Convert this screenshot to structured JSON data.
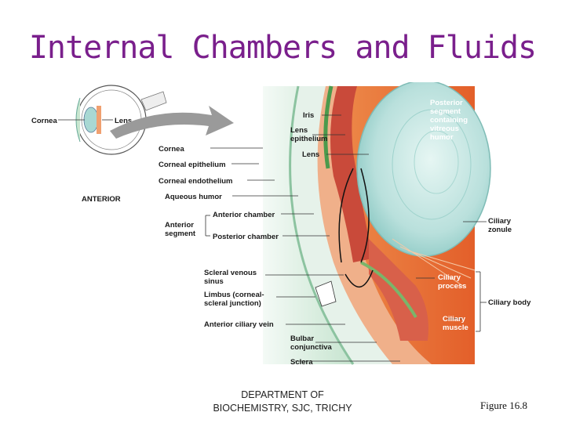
{
  "title": "Internal Chambers and Fluids",
  "labels": {
    "inset_cornea": "Cornea",
    "inset_lens": "Lens",
    "anterior": "ANTERIOR",
    "cornea": "Cornea",
    "corneal_epithelium": "Corneal epithelium",
    "corneal_endothelium": "Corneal endothelium",
    "aqueous_humor": "Aqueous humor",
    "anterior_chamber": "Anterior chamber",
    "anterior_segment_1": "Anterior",
    "anterior_segment_2": "segment",
    "posterior_chamber": "Posterior chamber",
    "iris": "Iris",
    "lens_epithelium_1": "Lens",
    "lens_epithelium_2": "epithelium",
    "lens": "Lens",
    "posterior_segment_1": "Posterior",
    "posterior_segment_2": "segment",
    "posterior_segment_3": "containing",
    "posterior_segment_4": "vitreous",
    "posterior_segment_5": "humor",
    "ciliary_zonule_1": "Ciliary",
    "ciliary_zonule_2": "zonule",
    "ciliary_process_1": "Ciliary",
    "ciliary_process_2": "process",
    "ciliary_body": "Ciliary body",
    "ciliary_muscle_1": "Ciliary",
    "ciliary_muscle_2": "muscle",
    "scleral_venous_1": "Scleral venous",
    "scleral_venous_2": "sinus",
    "limbus_1": "Limbus (corneal-",
    "limbus_2": "scleral junction)",
    "anterior_ciliary_vein": "Anterior ciliary vein",
    "bulbar_1": "Bulbar",
    "bulbar_2": "conjunctiva",
    "sclera": "Sclera"
  },
  "footer": {
    "dept_line1": "DEPARTMENT OF",
    "dept_line2": "BIOCHEMISTRY, SJC, TRICHY",
    "figure": "Figure 16.8"
  },
  "colors": {
    "title": "#7a1f8c",
    "cornea": "#cfe8d8",
    "lens": "#bfe3e0",
    "sclera": "#e8733a",
    "muscle": "#d9553a"
  }
}
